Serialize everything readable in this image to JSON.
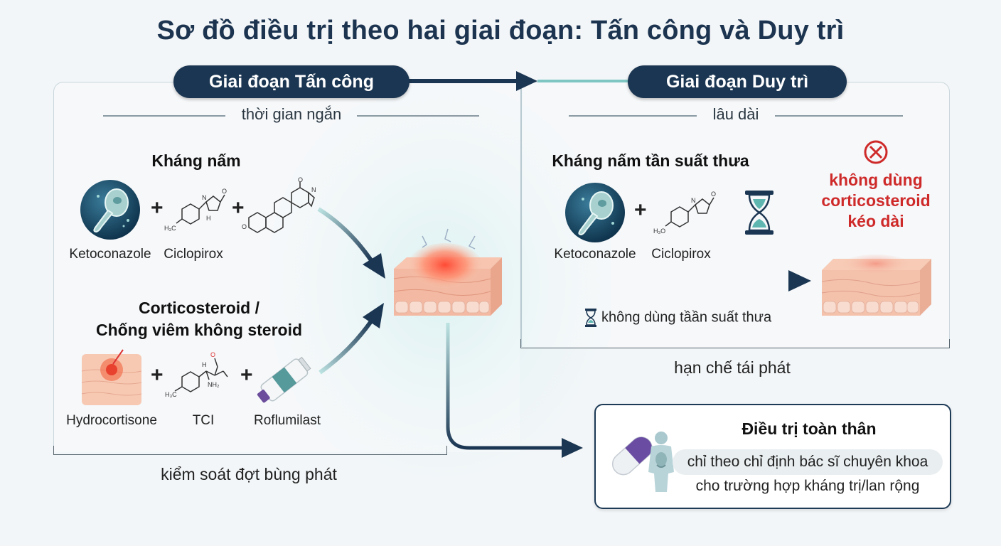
{
  "title": "Sơ đồ điều trị theo hai giai đoạn: Tấn công và Duy trì",
  "attack": {
    "pill": "Giai đoạn Tấn công",
    "duration": "thời gian ngắn",
    "antifungal_heading": "Kháng nấm",
    "antifungal_items": [
      "Ketoconazole",
      "Ciclopirox"
    ],
    "anti_inflammatory_heading_line1": "Corticosteroid /",
    "anti_inflammatory_heading_line2": "Chống viêm không steroid",
    "anti_inflammatory_items": [
      "Hydrocortisone",
      "TCI",
      "Roflumilast"
    ],
    "outcome": "kiểm soát đợt bùng phát"
  },
  "maintenance": {
    "pill": "Giai đoạn Duy trì",
    "duration": "lâu dài",
    "antifungal_heading": "Kháng nấm tần suất thưa",
    "antifungal_items": [
      "Ketoconazole",
      "Ciclopirox"
    ],
    "warning_line1": "không dùng",
    "warning_line2": "corticosteroid",
    "warning_line3": "kéo dài",
    "note": "không dùng tầần suất thưa",
    "outcome": "hạn chế tái phát"
  },
  "systemic": {
    "title": "Điều trị toàn thân",
    "line1": "chỉ theo chỉ định bác sĩ chuyên khoa",
    "line2": "cho trường hợp kháng trị/lan rộng"
  },
  "chem_labels": {
    "h3c_o": "H₃C",
    "h3co": "H₃O",
    "o": "O",
    "n": "N",
    "h": "H",
    "nh2": "NH₂",
    "h3c": "H₃C"
  },
  "colors": {
    "navy": "#1b3652",
    "warning_red": "#cf2a2a",
    "teal": "#3a8a8c",
    "inflamed": "#f05a4a"
  }
}
